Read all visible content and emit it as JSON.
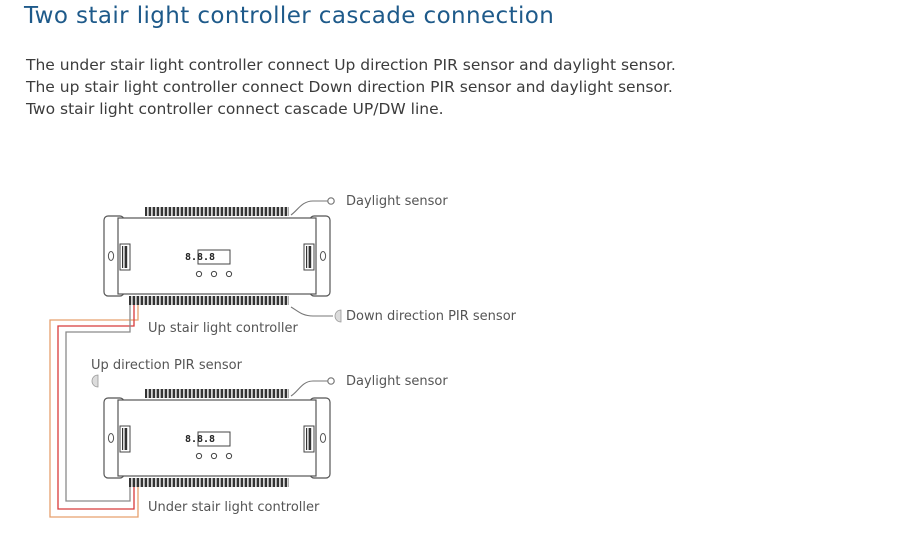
{
  "title": "Two stair light controller cascade connection",
  "description": [
    "The under stair light controller connect Up direction PIR sensor and daylight sensor.",
    "The up stair light controller connect Down direction PIR sensor and daylight sensor.",
    "Two stair light controller connect cascade UP/DW line."
  ],
  "labels": {
    "top_daylight": "Daylight sensor",
    "down_pir": "Down direction PIR sensor",
    "up_controller": "Up stair light controller",
    "up_pir": "Up direction PIR sensor",
    "bottom_daylight": "Daylight sensor",
    "under_controller": "Under stair light controller"
  },
  "display_text": "8.8.8",
  "colors": {
    "title": "#1e5a8a",
    "text": "#3c3c3c",
    "wire_orange": "#e6a06e",
    "wire_red": "#d83a3a",
    "wire_gray": "#8a8a8a",
    "device_stroke": "#555555"
  }
}
